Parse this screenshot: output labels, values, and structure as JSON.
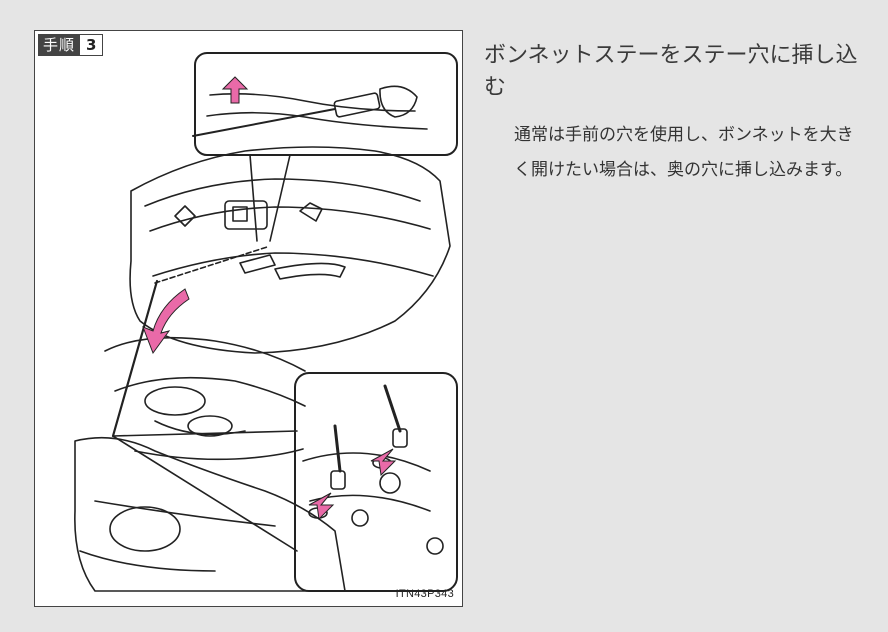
{
  "figure": {
    "step_word": "手順",
    "step_number": "3",
    "image_code": "ITN43P343",
    "colors": {
      "arrow": "#e96aa8",
      "line": "#222222"
    }
  },
  "heading": "ボンネットステーをステー穴に挿し込む",
  "body": "通常は手前の穴を使用し、ボンネットを大きく開けたい場合は、奥の穴に挿し込みます。"
}
